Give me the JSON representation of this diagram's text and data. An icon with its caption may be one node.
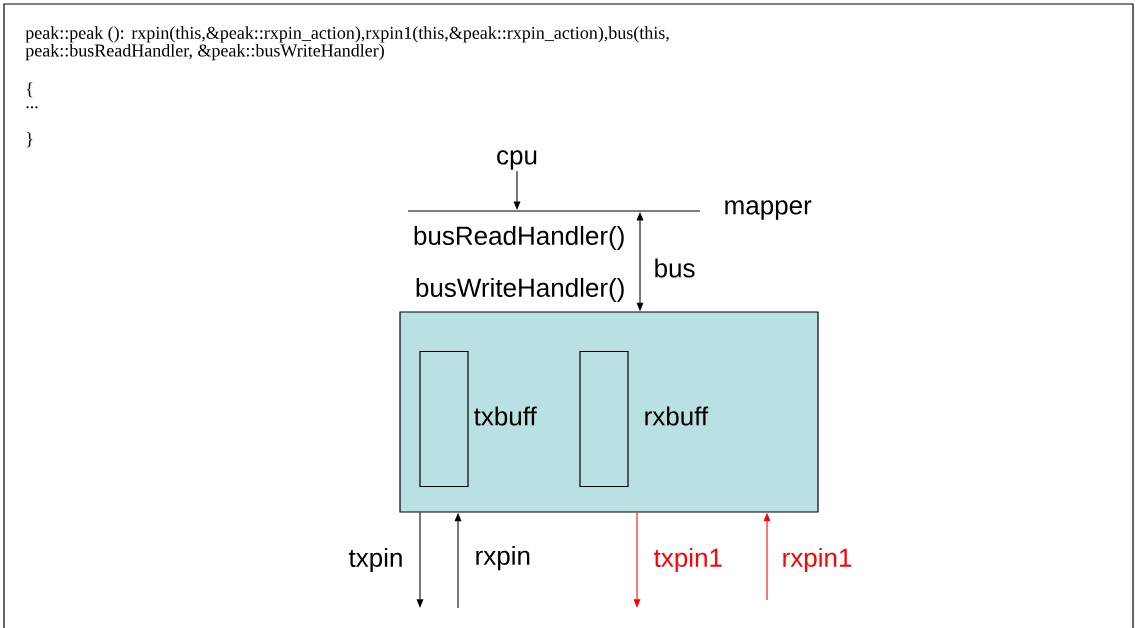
{
  "diagram": {
    "nodes": [
      {
        "text": [
          "cpu"
        ]
      },
      {
        "text": [],
        "shape": "bar",
        "beside": [
          "mapper"
        ]
      },
      {
        "text": [],
        "shape": "box"
      },
      {
        "text": [],
        "shape": "box",
        "in": 2,
        "beside": [
          "txbuff"
        ]
      },
      {
        "text": [],
        "shape": "box",
        "in": 2,
        "beside": [
          "rxbuff"
        ]
      }
    ],
    "edges": [
      {
        "from": 0,
        "to": 1,
        "arrow": "to"
      },
      {
        "from": 1,
        "to": 2,
        "arrow": "both",
        "label": "bus"
      },
      {
        "from": 2,
        "to": null,
        "arrow": "to",
        "label": "txpin"
      },
      {
        "from": null,
        "to": 2,
        "arrow": "to",
        "label": "rxpin"
      },
      {
        "from": 2,
        "to": null,
        "arrow": "to",
        "label": "txpin1",
        "color": "#ff0000"
      },
      {
        "from": null,
        "to": 2,
        "arrow": "to",
        "label": "rxpin1",
        "color": "#ff0000"
      }
    ],
    "labels": [
      "peak::peak (): rxpin(this,&peak::rxpin_action),rxpin1(this,&peak::rxpin_action),bus(this, peak::busReadHandler, &peak::busWriteHandler)",
      "{",
      "...",
      "}",
      "busReadHandler()",
      "busWriteHandler()"
    ]
  }
}
